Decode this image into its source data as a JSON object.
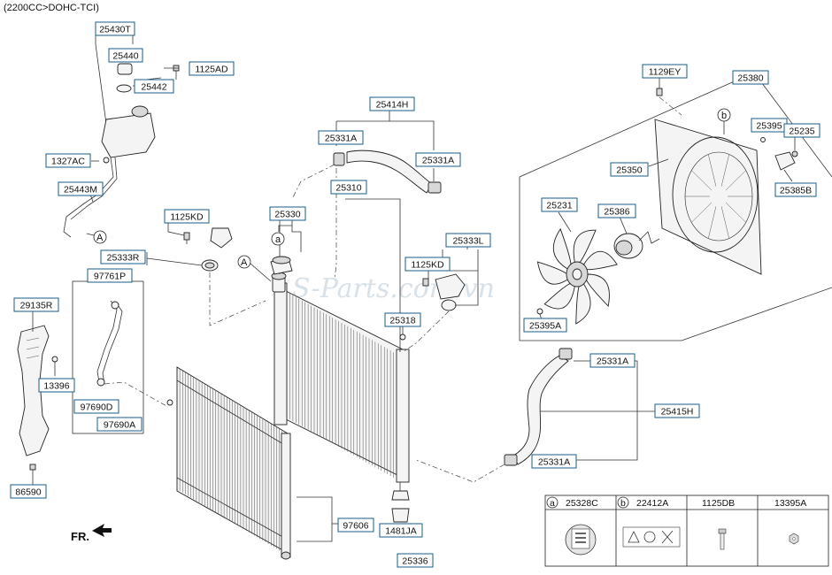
{
  "header": {
    "engine": "(2200CC>DOHC-TCI)"
  },
  "watermark": "S-Parts.com.vn",
  "orientation": {
    "fr_label": "FR."
  },
  "callouts": {
    "a": "a",
    "b": "b",
    "A": "A"
  },
  "parts": {
    "p25430T": "25430T",
    "p25440": "25440",
    "p1125AD": "1125AD",
    "p25442": "25442",
    "p1327AC": "1327AC",
    "p25443M": "25443M",
    "p1125KD_a": "1125KD",
    "p25333R": "25333R",
    "p97761P": "97761P",
    "p29135R": "29135R",
    "p13396": "13396",
    "p97690D": "97690D",
    "p97690A": "97690A",
    "p86590": "86590",
    "p25414H": "25414H",
    "p25331A_1": "25331A",
    "p25331A_2": "25331A",
    "p25310": "25310",
    "p25330": "25330",
    "p25333L": "25333L",
    "p1125KD_b": "1125KD",
    "p25318": "25318",
    "p97606": "97606",
    "p1481JA": "1481JA",
    "p25336": "25336",
    "p1129EY": "1129EY",
    "p25380": "25380",
    "p25395": "25395",
    "p25235": "25235",
    "p25350": "25350",
    "p25385B": "25385B",
    "p25231": "25231",
    "p25386": "25386",
    "p25395A_1": "25395A",
    "p25331A_3": "25331A",
    "p25415H": "25415H",
    "p25331A_4": "25331A"
  },
  "legend": {
    "col1_tag": "a",
    "col1_part": "25328C",
    "col2_tag": "b",
    "col2_part": "22412A",
    "col3_part": "1125DB",
    "col4_part": "13395A"
  }
}
